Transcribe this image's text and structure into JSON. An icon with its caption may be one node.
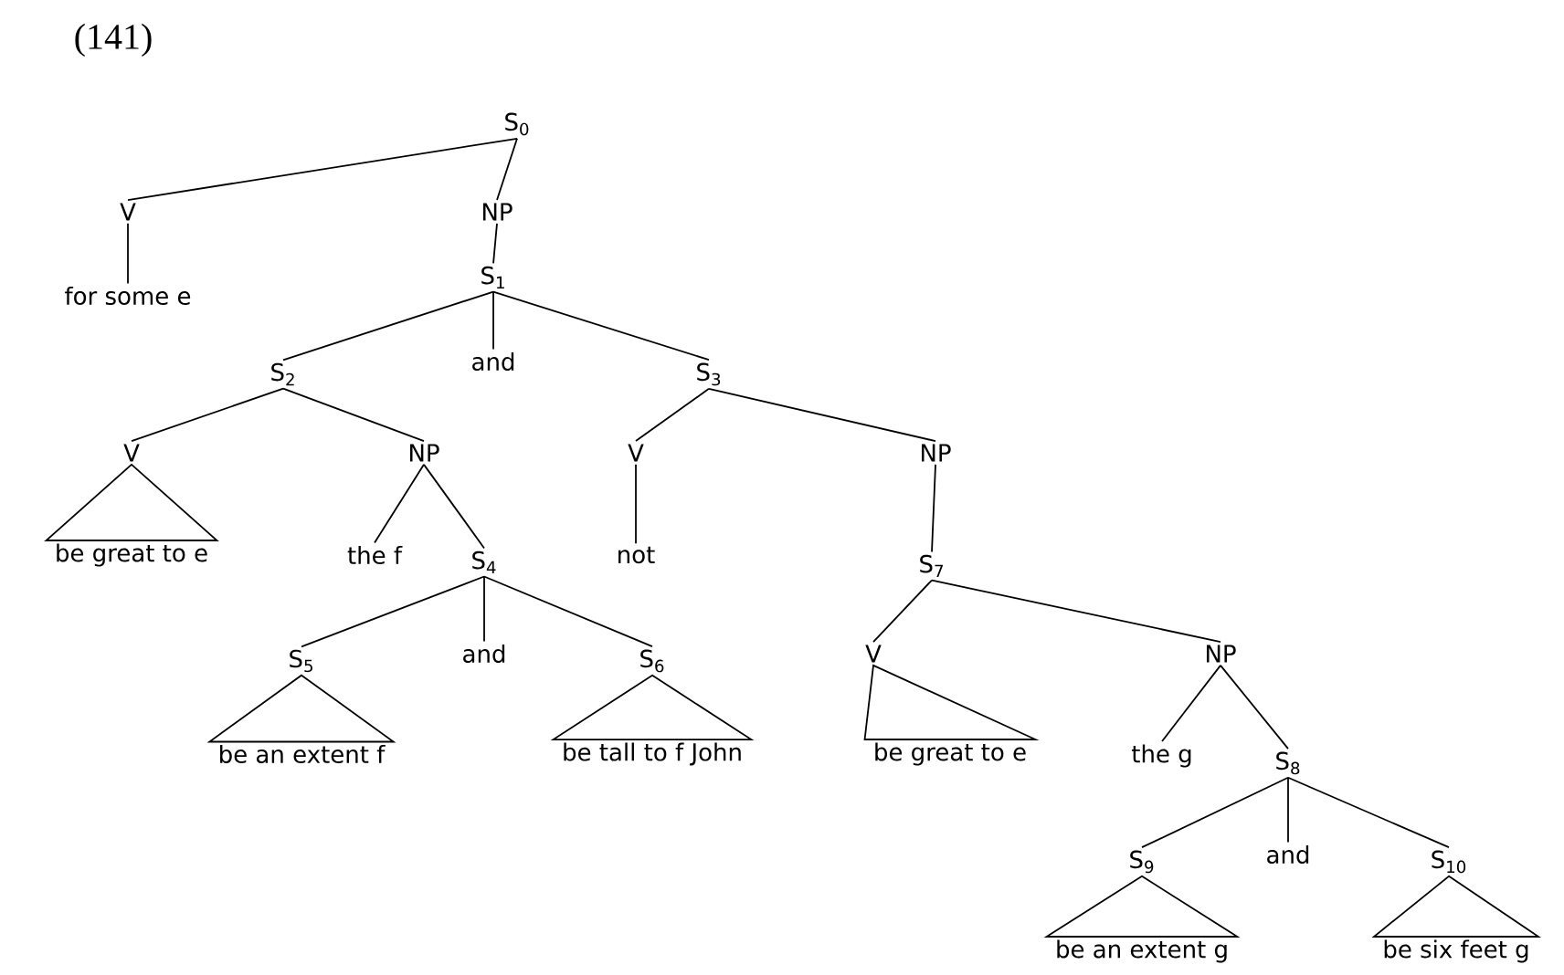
{
  "diagram": {
    "nodes": [
      {
        "text": [
          "S$_{0}$"
        ]
      },
      {
        "text": [
          "V"
        ]
      },
      {
        "text": [
          "NP"
        ]
      },
      {
        "text": [
          "for some e"
        ]
      },
      {
        "text": [
          "S$_{1}$"
        ]
      },
      {
        "text": [
          "S$_{2}$"
        ]
      },
      {
        "text": [
          "and"
        ]
      },
      {
        "text": [
          "S$_{3}$"
        ]
      },
      {
        "text": [
          "V"
        ]
      },
      {
        "text": [
          "NP"
        ]
      },
      {
        "text": [
          "be great to e"
        ]
      },
      {
        "text": [
          "V"
        ]
      },
      {
        "text": [
          "NP"
        ]
      },
      {
        "text": [
          "the f"
        ]
      },
      {
        "text": [
          "S$_{4}$"
        ]
      },
      {
        "text": [
          "not"
        ]
      },
      {
        "text": [
          "S$_{7}$"
        ]
      },
      {
        "text": [
          "S$_{5}$"
        ]
      },
      {
        "text": [
          "and"
        ]
      },
      {
        "text": [
          "S$_{6}$"
        ]
      },
      {
        "text": [
          "be an extent f"
        ]
      },
      {
        "text": [
          "be tall to f John"
        ]
      },
      {
        "text": [
          "V"
        ]
      },
      {
        "text": [
          "NP"
        ]
      },
      {
        "text": [
          "be great to e"
        ]
      },
      {
        "text": [
          "the g"
        ]
      },
      {
        "text": [
          "S$_{8}$"
        ]
      },
      {
        "text": [
          "S$_{9}$"
        ]
      },
      {
        "text": [
          "and"
        ]
      },
      {
        "text": [
          "S$_{10}$"
        ]
      },
      {
        "text": [
          "be an extent g"
        ]
      },
      {
        "text": [
          "be six feet g"
        ]
      }
    ],
    "edges": [
      {
        "from": 0,
        "to": 1,
        "arrow": "none"
      },
      {
        "from": 0,
        "to": 2,
        "arrow": "none"
      },
      {
        "from": 1,
        "to": 3,
        "arrow": "none"
      },
      {
        "from": 2,
        "to": 4,
        "arrow": "none"
      },
      {
        "from": 4,
        "to": 5,
        "arrow": "none"
      },
      {
        "from": 4,
        "to": 6,
        "arrow": "none"
      },
      {
        "from": 4,
        "to": 7,
        "arrow": "none"
      },
      {
        "from": 5,
        "to": 8,
        "arrow": "none"
      },
      {
        "from": 5,
        "to": 9,
        "arrow": "none"
      },
      {
        "from": 8,
        "to": 10,
        "arrow": "none"
      },
      {
        "from": 9,
        "to": 13,
        "arrow": "none"
      },
      {
        "from": 9,
        "to": 14,
        "arrow": "none"
      },
      {
        "from": 7,
        "to": 11,
        "arrow": "none"
      },
      {
        "from": 7,
        "to": 12,
        "arrow": "none"
      },
      {
        "from": 11,
        "to": 15,
        "arrow": "none"
      },
      {
        "from": 12,
        "to": 16,
        "arrow": "none"
      },
      {
        "from": 14,
        "to": 17,
        "arrow": "none"
      },
      {
        "from": 14,
        "to": 18,
        "arrow": "none"
      },
      {
        "from": 14,
        "to": 19,
        "arrow": "none"
      },
      {
        "from": 17,
        "to": 20,
        "arrow": "none"
      },
      {
        "from": 19,
        "to": 21,
        "arrow": "none"
      },
      {
        "from": 16,
        "to": 22,
        "arrow": "none"
      },
      {
        "from": 16,
        "to": 23,
        "arrow": "none"
      },
      {
        "from": 22,
        "to": 24,
        "arrow": "none"
      },
      {
        "from": 23,
        "to": 25,
        "arrow": "none"
      },
      {
        "from": 23,
        "to": 26,
        "arrow": "none"
      },
      {
        "from": 26,
        "to": 27,
        "arrow": "none"
      },
      {
        "from": 26,
        "to": 28,
        "arrow": "none"
      },
      {
        "from": 26,
        "to": 29,
        "arrow": "none"
      },
      {
        "from": 27,
        "to": 30,
        "arrow": "none"
      },
      {
        "from": 29,
        "to": 31,
        "arrow": "none"
      }
    ],
    "labels": [
      "(141)"
    ]
  }
}
